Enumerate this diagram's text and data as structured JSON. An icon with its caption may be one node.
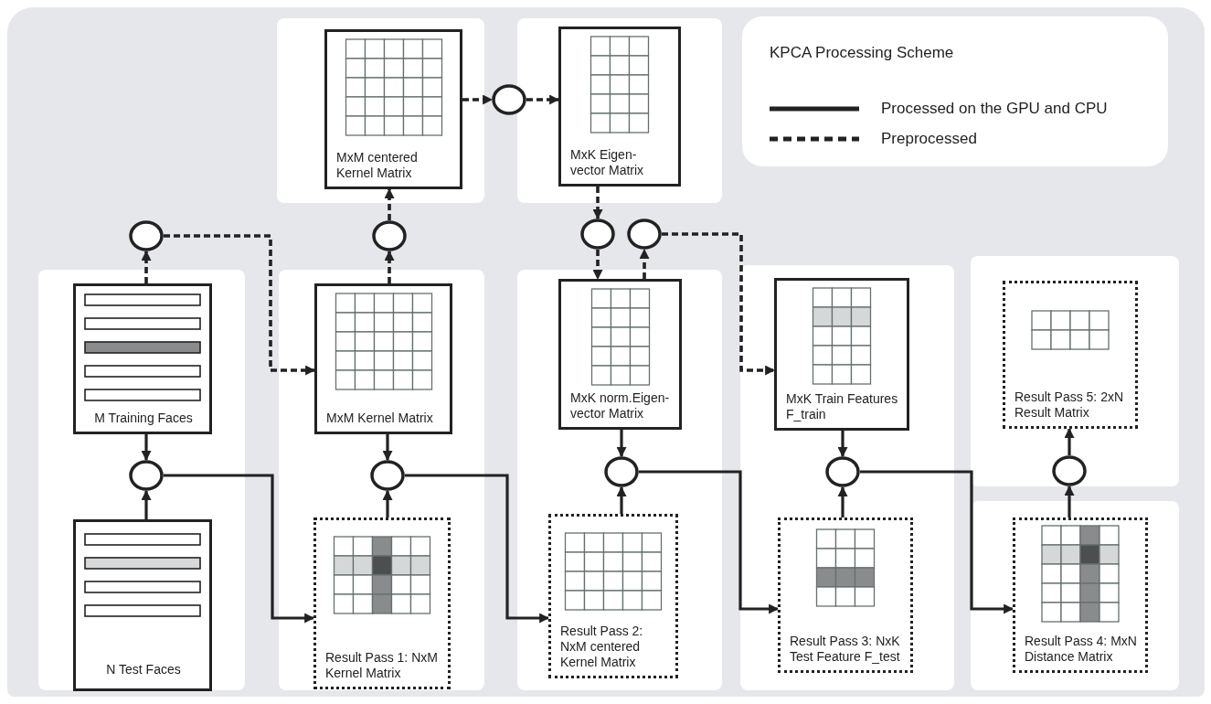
{
  "diagram": {
    "title": "KPCA Processing Scheme",
    "nodes": [
      {
        "text": [
          "MxM centered Kernel Matrix"
        ]
      },
      {
        "text": [],
        "shape": "circle"
      },
      {
        "text": [
          "MxK Eigen-vector Matrix"
        ]
      },
      {
        "text": [],
        "shape": "circle"
      },
      {
        "text": [],
        "shape": "circle"
      },
      {
        "text": [],
        "shape": "circle"
      },
      {
        "text": [],
        "shape": "circle"
      },
      {
        "text": [
          "M Training Faces"
        ]
      },
      {
        "text": [
          "MxM Kernel Matrix"
        ]
      },
      {
        "text": [
          "MxK norm.Eigen-vector Matrix"
        ]
      },
      {
        "text": [
          "MxK Train Features F_train"
        ]
      },
      {
        "text": [
          "Result Pass 5: 2xN Result Matrix"
        ]
      },
      {
        "text": [],
        "shape": "circle"
      },
      {
        "text": [],
        "shape": "circle"
      },
      {
        "text": [],
        "shape": "circle"
      },
      {
        "text": [],
        "shape": "circle"
      },
      {
        "text": [],
        "shape": "circle"
      },
      {
        "text": [
          "N Test Faces"
        ]
      },
      {
        "text": [
          "Result Pass 1: NxM Kernel Matrix"
        ]
      },
      {
        "text": [
          "Result Pass 2: NxM centered Kernel Matrix"
        ]
      },
      {
        "text": [
          "Result Pass 3: NxK Test Feature F_test"
        ]
      },
      {
        "text": [
          "Result Pass 4: MxN Distance Matrix"
        ]
      }
    ],
    "edges": [
      {
        "from": 0,
        "to": 1,
        "arrow": "to",
        "style": "dashed"
      },
      {
        "from": 1,
        "to": 2,
        "arrow": "to",
        "style": "dashed"
      },
      {
        "from": 4,
        "to": 0,
        "arrow": "to",
        "style": "dashed"
      },
      {
        "from": 8,
        "to": 4,
        "arrow": "to",
        "style": "dashed"
      },
      {
        "from": 7,
        "to": 3,
        "arrow": "to",
        "style": "dashed"
      },
      {
        "from": 3,
        "to": 8,
        "arrow": "to",
        "style": "dashed"
      },
      {
        "from": 2,
        "to": 5,
        "arrow": "to",
        "style": "dashed"
      },
      {
        "from": 5,
        "to": 9,
        "arrow": "to",
        "style": "dashed"
      },
      {
        "from": 9,
        "to": 6,
        "arrow": "to",
        "style": "dashed"
      },
      {
        "from": 6,
        "to": 10,
        "arrow": "to",
        "style": "dashed"
      },
      {
        "from": 7,
        "to": 12,
        "arrow": "to"
      },
      {
        "from": 17,
        "to": 12,
        "arrow": "to"
      },
      {
        "from": 12,
        "to": 18,
        "arrow": "to"
      },
      {
        "from": 8,
        "to": 13,
        "arrow": "to"
      },
      {
        "from": 18,
        "to": 13,
        "arrow": "to"
      },
      {
        "from": 13,
        "to": 19,
        "arrow": "to"
      },
      {
        "from": 9,
        "to": 14,
        "arrow": "to"
      },
      {
        "from": 19,
        "to": 14,
        "arrow": "to"
      },
      {
        "from": 14,
        "to": 20,
        "arrow": "to"
      },
      {
        "from": 10,
        "to": 15,
        "arrow": "to"
      },
      {
        "from": 20,
        "to": 15,
        "arrow": "to"
      },
      {
        "from": 15,
        "to": 21,
        "arrow": "to"
      },
      {
        "from": 21,
        "to": 16,
        "arrow": "to"
      },
      {
        "from": 16,
        "to": 11,
        "arrow": "to"
      }
    ],
    "legend": [
      {
        "text": "Processed on the GPU and CPU"
      },
      {
        "text": "Preprocessed"
      }
    ]
  }
}
